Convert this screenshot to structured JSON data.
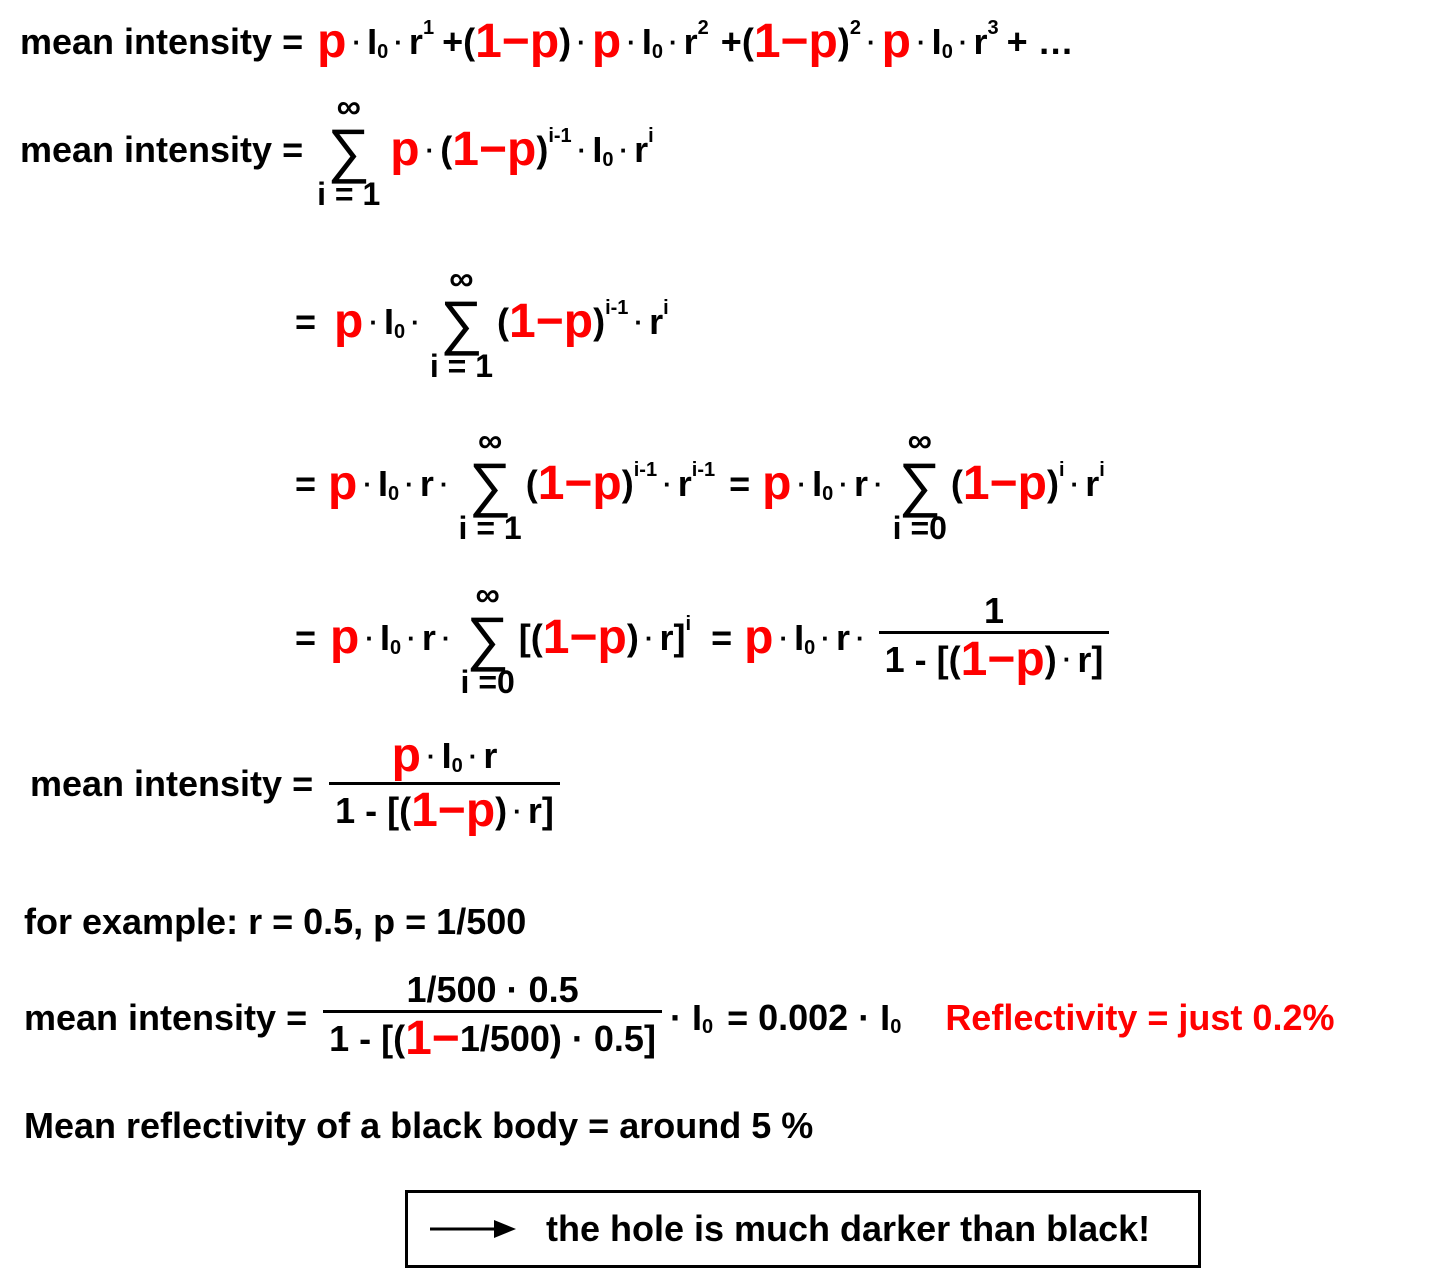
{
  "labels": {
    "mean_intensity": "mean intensity =",
    "mean_intensity_spaced": "mean intensity  =",
    "eq": "=",
    "plus": "+",
    "ellipsis": "+ …",
    "dot": "·",
    "p": "p",
    "one_minus": "1−",
    "one": "1",
    "I": "I",
    "r": "r",
    "zero": "0",
    "open_paren": "(",
    "close_paren": ")",
    "open_bracket": "[(",
    "close_bracket": "]",
    "one_minus_bracket": "1 -  [(",
    "sum_top": "∞",
    "sum_sigma": "∑",
    "sum_from_1": "i = 1",
    "sum_from_0": "i =0",
    "exp_1": "1",
    "exp_2": "2",
    "exp_3": "3",
    "exp_i": "i",
    "exp_i_minus_1": "i-1"
  },
  "example": {
    "title": "for example: r = 0.5, p = 1/500",
    "numerator": "1/500 · 0.5",
    "den_prefix": "1 -  [(",
    "den_middle": "1/500) · 0.5]",
    "after_frac": "· I",
    "result": "= 0.002 · I",
    "reflectivity": "Reflectivity = just 0.2%"
  },
  "black_body": "Mean reflectivity of a black body = around 5 %",
  "conclusion": "the hole is much darker than black!",
  "colors": {
    "highlight": "#ff0000",
    "text": "#000000",
    "background": "#ffffff"
  }
}
